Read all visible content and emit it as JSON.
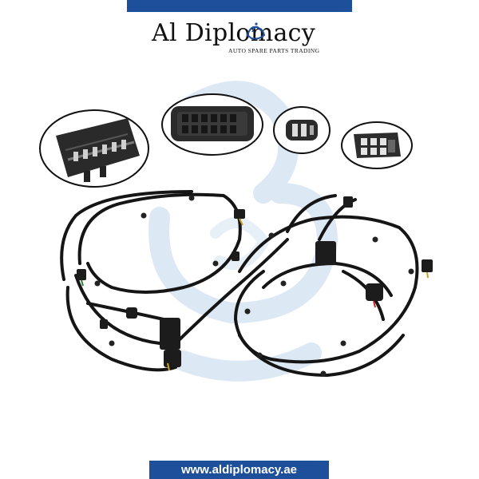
{
  "brand": {
    "name": "Al Diplomacy",
    "tagline": "AUTO SPARE PARTS TRADING",
    "accent": "#1d4f9a",
    "logo_icon": "arabic-calligraphy-logo"
  },
  "product": {
    "subject": "vehicle-wiring-harness-icon",
    "connector_icons": [
      "connector-large-icon",
      "connector-16pin-icon",
      "connector-3pin-icon",
      "connector-6pin-icon"
    ]
  },
  "footer": {
    "website": "www.aldiplomacy.ae"
  }
}
